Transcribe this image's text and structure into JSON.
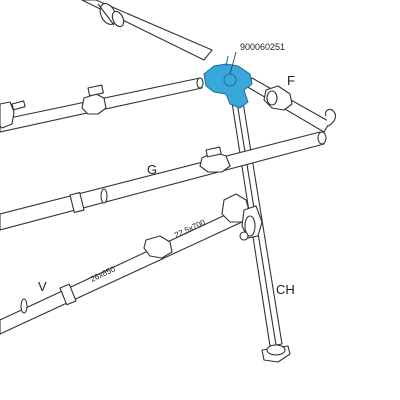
{
  "diagram": {
    "part_number": "900060251",
    "labels": {
      "f": "F",
      "g": "G",
      "v": "V",
      "ch": "CH"
    },
    "tube_markings": {
      "upper": "22,5x700",
      "lower": "26x850"
    },
    "highlight_color": "#3aa7dc"
  }
}
